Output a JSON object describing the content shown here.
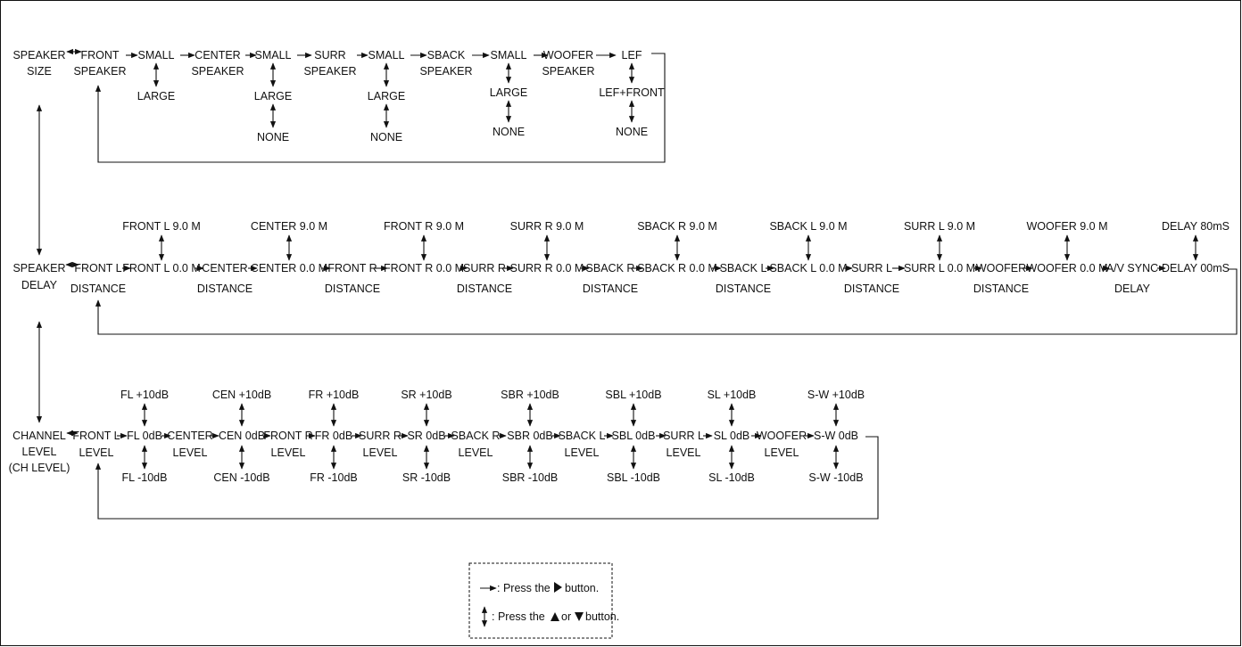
{
  "speaker_size": {
    "head": [
      "SPEAKER",
      "SIZE"
    ],
    "items": [
      {
        "top": "FRONT",
        "bottom": "SPEAKER"
      },
      {
        "top": "SMALL",
        "below": [
          "LARGE"
        ]
      },
      {
        "top": "CENTER",
        "bottom": "SPEAKER"
      },
      {
        "top": "SMALL",
        "below": [
          "LARGE",
          "NONE"
        ]
      },
      {
        "top": "SURR",
        "bottom": "SPEAKER"
      },
      {
        "top": "SMALL",
        "below": [
          "LARGE",
          "NONE"
        ]
      },
      {
        "top": "SBACK",
        "bottom": "SPEAKER"
      },
      {
        "top": "SMALL",
        "below": [
          "LARGE",
          "NONE"
        ]
      },
      {
        "top": "WOOFER",
        "bottom": "SPEAKER"
      },
      {
        "top": "LEF",
        "below": [
          "LEF+FRONT",
          "NONE"
        ]
      }
    ]
  },
  "speaker_delay": {
    "head": [
      "SPEAKER",
      "DELAY"
    ],
    "items": [
      {
        "top": "FRONT L",
        "bottom": "DISTANCE"
      },
      {
        "top": "FRONT L 0.0 M",
        "above": "FRONT L 9.0 M"
      },
      {
        "top": "CENTER",
        "bottom": "DISTANCE"
      },
      {
        "top": "CENTER 0.0 M",
        "above": "CENTER 9.0 M"
      },
      {
        "top": "FRONT R",
        "bottom": "DISTANCE"
      },
      {
        "top": "FRONT R 0.0 M",
        "above": "FRONT R 9.0 M"
      },
      {
        "top": "SURR R",
        "bottom": "DISTANCE"
      },
      {
        "top": "SURR R 0.0 M",
        "above": "SURR R 9.0 M"
      },
      {
        "top": "SBACK R",
        "bottom": "DISTANCE"
      },
      {
        "top": "SBACK R 0.0 M",
        "above": "SBACK R 9.0 M"
      },
      {
        "top": "SBACK L",
        "bottom": "DISTANCE"
      },
      {
        "top": "SBACK L 0.0 M",
        "above": "SBACK L 9.0 M"
      },
      {
        "top": "SURR L",
        "bottom": "DISTANCE"
      },
      {
        "top": "SURR L 0.0 M",
        "above": "SURR L 9.0 M"
      },
      {
        "top": "WOOFER",
        "bottom": "DISTANCE"
      },
      {
        "top": "WOOFER 0.0 M",
        "above": "WOOFER 9.0 M"
      },
      {
        "top": "A/V SYNC",
        "bottom": "DELAY"
      },
      {
        "top": "DELAY 00mS",
        "above": "DELAY 80mS"
      }
    ]
  },
  "channel_level": {
    "head": [
      "CHANNEL",
      "LEVEL",
      "(CH LEVEL)"
    ],
    "items": [
      {
        "top": "FRONT L",
        "bottom": "LEVEL"
      },
      {
        "top": "FL  0dB",
        "above": "FL  +10dB",
        "below": "FL  -10dB"
      },
      {
        "top": "CENTER",
        "bottom": "LEVEL"
      },
      {
        "top": "CEN  0dB",
        "above": "CEN  +10dB",
        "below": "CEN  -10dB"
      },
      {
        "top": "FRONT R",
        "bottom": "LEVEL"
      },
      {
        "top": "FR  0dB",
        "above": "FR  +10dB",
        "below": "FR  -10dB"
      },
      {
        "top": "SURR R",
        "bottom": "LEVEL"
      },
      {
        "top": "SR  0dB",
        "above": "SR  +10dB",
        "below": "SR  -10dB"
      },
      {
        "top": "SBACK R",
        "bottom": "LEVEL"
      },
      {
        "top": "SBR  0dB",
        "above": "SBR  +10dB",
        "below": "SBR  -10dB"
      },
      {
        "top": "SBACK L",
        "bottom": "LEVEL"
      },
      {
        "top": "SBL  0dB",
        "above": "SBL  +10dB",
        "below": "SBL  -10dB"
      },
      {
        "top": "SURR L",
        "bottom": "LEVEL"
      },
      {
        "top": "SL  0dB",
        "above": "SL  +10dB",
        "below": "SL  -10dB"
      },
      {
        "top": "WOOFER",
        "bottom": "LEVEL"
      },
      {
        "top": "S-W  0dB",
        "above": "S-W  +10dB",
        "below": "S-W  -10dB"
      }
    ]
  },
  "legend": {
    "right_pre": ": Press the",
    "right_post": "button.",
    "updown_pre": ": Press the",
    "updown_or": "or",
    "updown_post": "button."
  },
  "icons": {
    "right-arrow-icon": "→",
    "up-down-arrow-icon": "↕",
    "play-triangle-icon": "▶",
    "up-triangle-icon": "▲",
    "down-triangle-icon": "▼"
  },
  "colors": {
    "line": "#111111",
    "background": "#ffffff"
  }
}
